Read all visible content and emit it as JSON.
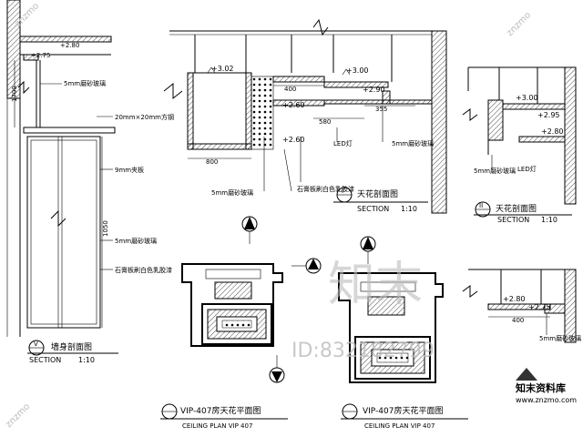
{
  "panels": {
    "wall": {
      "title_cn": "墙身剖面图",
      "title_en": "SECTION",
      "scale": "1:10",
      "marker": "V",
      "dims": [
        "+2.80",
        "+2.75",
        "1700",
        "1050"
      ],
      "notes": [
        "5mm磨砂玻璃",
        "20mm×20mm方钢",
        "9mm夹板",
        "5mm磨砂玻璃",
        "石膏板刷白色乳胶漆"
      ]
    },
    "ceiling_a": {
      "title_cn": "天花剖面图",
      "title_en": "SECTION",
      "scale": "1:10",
      "marker": "I",
      "levels": [
        "+3.02",
        "+3.00",
        "+2.90",
        "+2.60",
        "+2.60"
      ],
      "dims": [
        "800",
        "400",
        "580",
        "355"
      ],
      "notes": [
        "LED灯",
        "5mm磨砂玻璃",
        "5mm磨砂玻璃",
        "石膏板刷白色乳胶漆"
      ]
    },
    "ceiling_b": {
      "title_cn": "天花剖面图",
      "title_en": "SECTION",
      "scale": "1:10",
      "marker": "II",
      "levels": [
        "+3.00",
        "+2.95",
        "+2.80"
      ],
      "notes": [
        "5mm磨砂玻璃",
        "LED灯"
      ]
    },
    "ceiling_c": {
      "levels": [
        "+2.80",
        "+2.75"
      ],
      "dims": [
        "400"
      ],
      "notes": [
        "5mm磨砂玻璃"
      ]
    },
    "plan_a": {
      "title_cn": "VIP-407房天花平面图",
      "title_en": "CEILING PLAN  VIP 407"
    },
    "plan_b": {
      "title_cn": "VIP-407房天花平面图",
      "title_en": "CEILING PLAN  VIP 407"
    }
  },
  "watermark": {
    "text": "知末",
    "id": "ID:832182799",
    "brand": "知末资料库",
    "url": "www.znzmo.com",
    "corner": "znzmo"
  }
}
